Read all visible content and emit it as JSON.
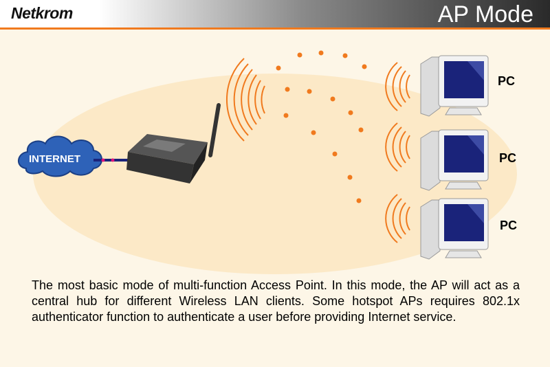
{
  "header": {
    "logo": "Netkrom",
    "title": "AP Mode"
  },
  "diagram": {
    "internet_label": "INTERNET",
    "pc_labels": [
      "PC",
      "PC",
      "PC"
    ]
  },
  "description": "The most basic mode of multi-function Access Point. In this mode, the AP will act as a central hub for different Wireless LAN clients. Some hotspot APs requires 802.1x authenticator function to authenticate a user before providing Internet service.",
  "colors": {
    "accent": "#f07a1e",
    "wave": "#f07a1e",
    "cloud": "#2e62b8",
    "monitor_screen": "#1a237a"
  },
  "icons": [
    "cloud-icon",
    "router-icon",
    "signal-wave-icon",
    "pc-icon"
  ]
}
